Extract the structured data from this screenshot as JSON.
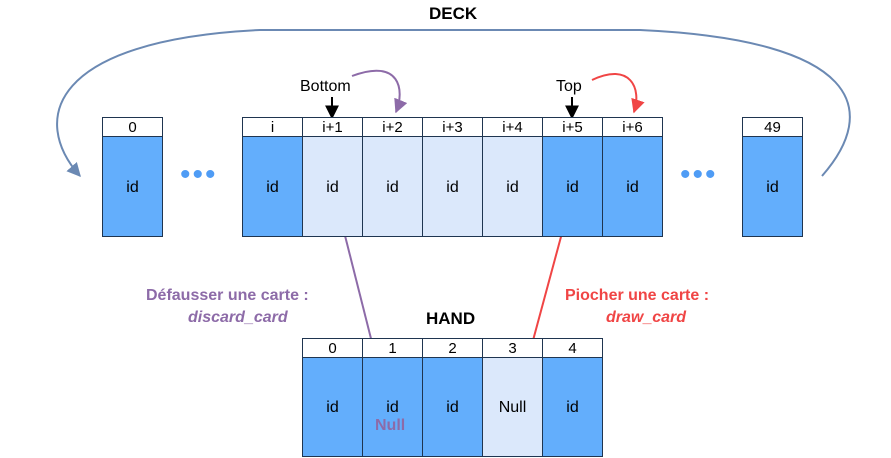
{
  "deck": {
    "title": "DECK",
    "left_cell": {
      "index": "0",
      "value": "id"
    },
    "middle_cells": [
      {
        "index": "i",
        "value": "id"
      },
      {
        "index": "i+1",
        "value": "id"
      },
      {
        "index": "i+2",
        "value": "id"
      },
      {
        "index": "i+3",
        "value": "id"
      },
      {
        "index": "i+4",
        "value": "id"
      },
      {
        "index": "i+5",
        "value": "id"
      },
      {
        "index": "i+6",
        "value": "id"
      }
    ],
    "right_cell": {
      "index": "49",
      "value": "id"
    },
    "bottom_label": "Bottom",
    "top_label": "Top"
  },
  "hand": {
    "title": "HAND",
    "cells": [
      {
        "index": "0",
        "value": "id"
      },
      {
        "index": "1",
        "value": "id",
        "extra": "Null"
      },
      {
        "index": "2",
        "value": "id"
      },
      {
        "index": "3",
        "value": "Null"
      },
      {
        "index": "4",
        "value": "id"
      }
    ]
  },
  "discard": {
    "label": "Défausser une carte :",
    "function": "discard_card"
  },
  "draw": {
    "label": "Piocher une carte :",
    "function": "draw_card"
  },
  "colors": {
    "cell_dark": "#63aefc",
    "cell_light": "#dbe8fb",
    "wrap_arrow": "#6b89b3",
    "discard": "#8d6ba8",
    "draw": "#f04545"
  }
}
